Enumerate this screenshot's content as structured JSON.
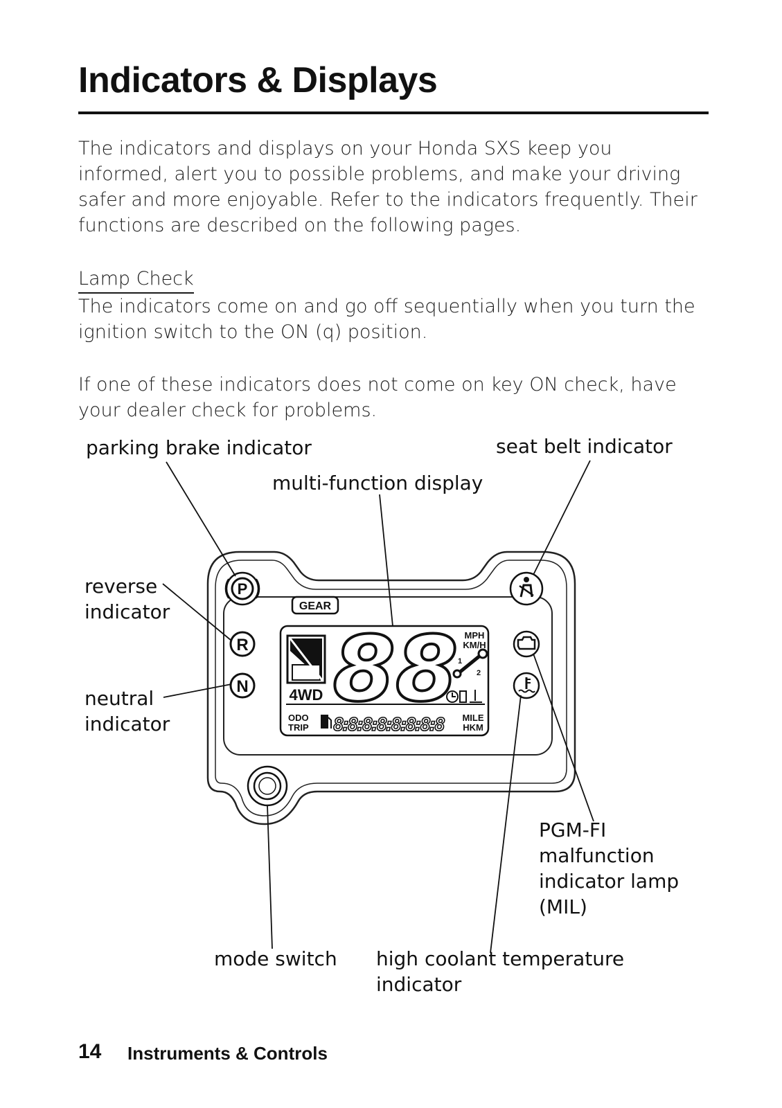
{
  "page": {
    "title": "Indicators & Displays",
    "intro": "The indicators and displays on your Honda SXS keep you informed, alert you to possible problems, and make your driving safer and more enjoyable. Refer to the indicators frequently. Their functions are described on the following pages.",
    "lamp_check_heading": "Lamp Check",
    "lamp_check_text": "The indicators come on and go off sequentially when you turn the ignition switch to the ON (q) position.",
    "dealer_text": "If one of these indicators does not come on key ON check, have your dealer check for problems."
  },
  "diagram": {
    "callouts": {
      "parking_brake": "parking brake indicator",
      "seat_belt": "seat belt indicator",
      "multi_function": "multi-function display",
      "reverse_1": "reverse",
      "reverse_2": "indicator",
      "neutral_1": "neutral",
      "neutral_2": "indicator",
      "pgmfi_1": "PGM-FI",
      "pgmfi_2": "malfunction",
      "pgmfi_3": "indicator lamp",
      "pgmfi_4": "(MIL)",
      "mode_switch": "mode switch",
      "coolant_1": "high coolant temperature",
      "coolant_2": "indicator"
    },
    "panel_text": {
      "gear": "GEAR",
      "speed_digits": "88",
      "mph": "MPH",
      "kmh": "KM/H",
      "fwd": "4WD",
      "odo": "ODO",
      "trip": "TRIP",
      "odo_digits": "8:8:8:8:8:8:8:8",
      "mile": "MILE",
      "hkm": "HKM",
      "p": "P",
      "r": "R",
      "n": "N",
      "one": "1",
      "two": "2"
    },
    "icons": [
      "parking-brake-icon",
      "reverse-icon",
      "neutral-icon",
      "seat-belt-icon",
      "engine-mil-icon",
      "coolant-temp-icon",
      "wrench-icon",
      "clock-icon",
      "fuel-icon"
    ]
  },
  "footer": {
    "page_number": "14",
    "section": "Instruments & Controls"
  }
}
